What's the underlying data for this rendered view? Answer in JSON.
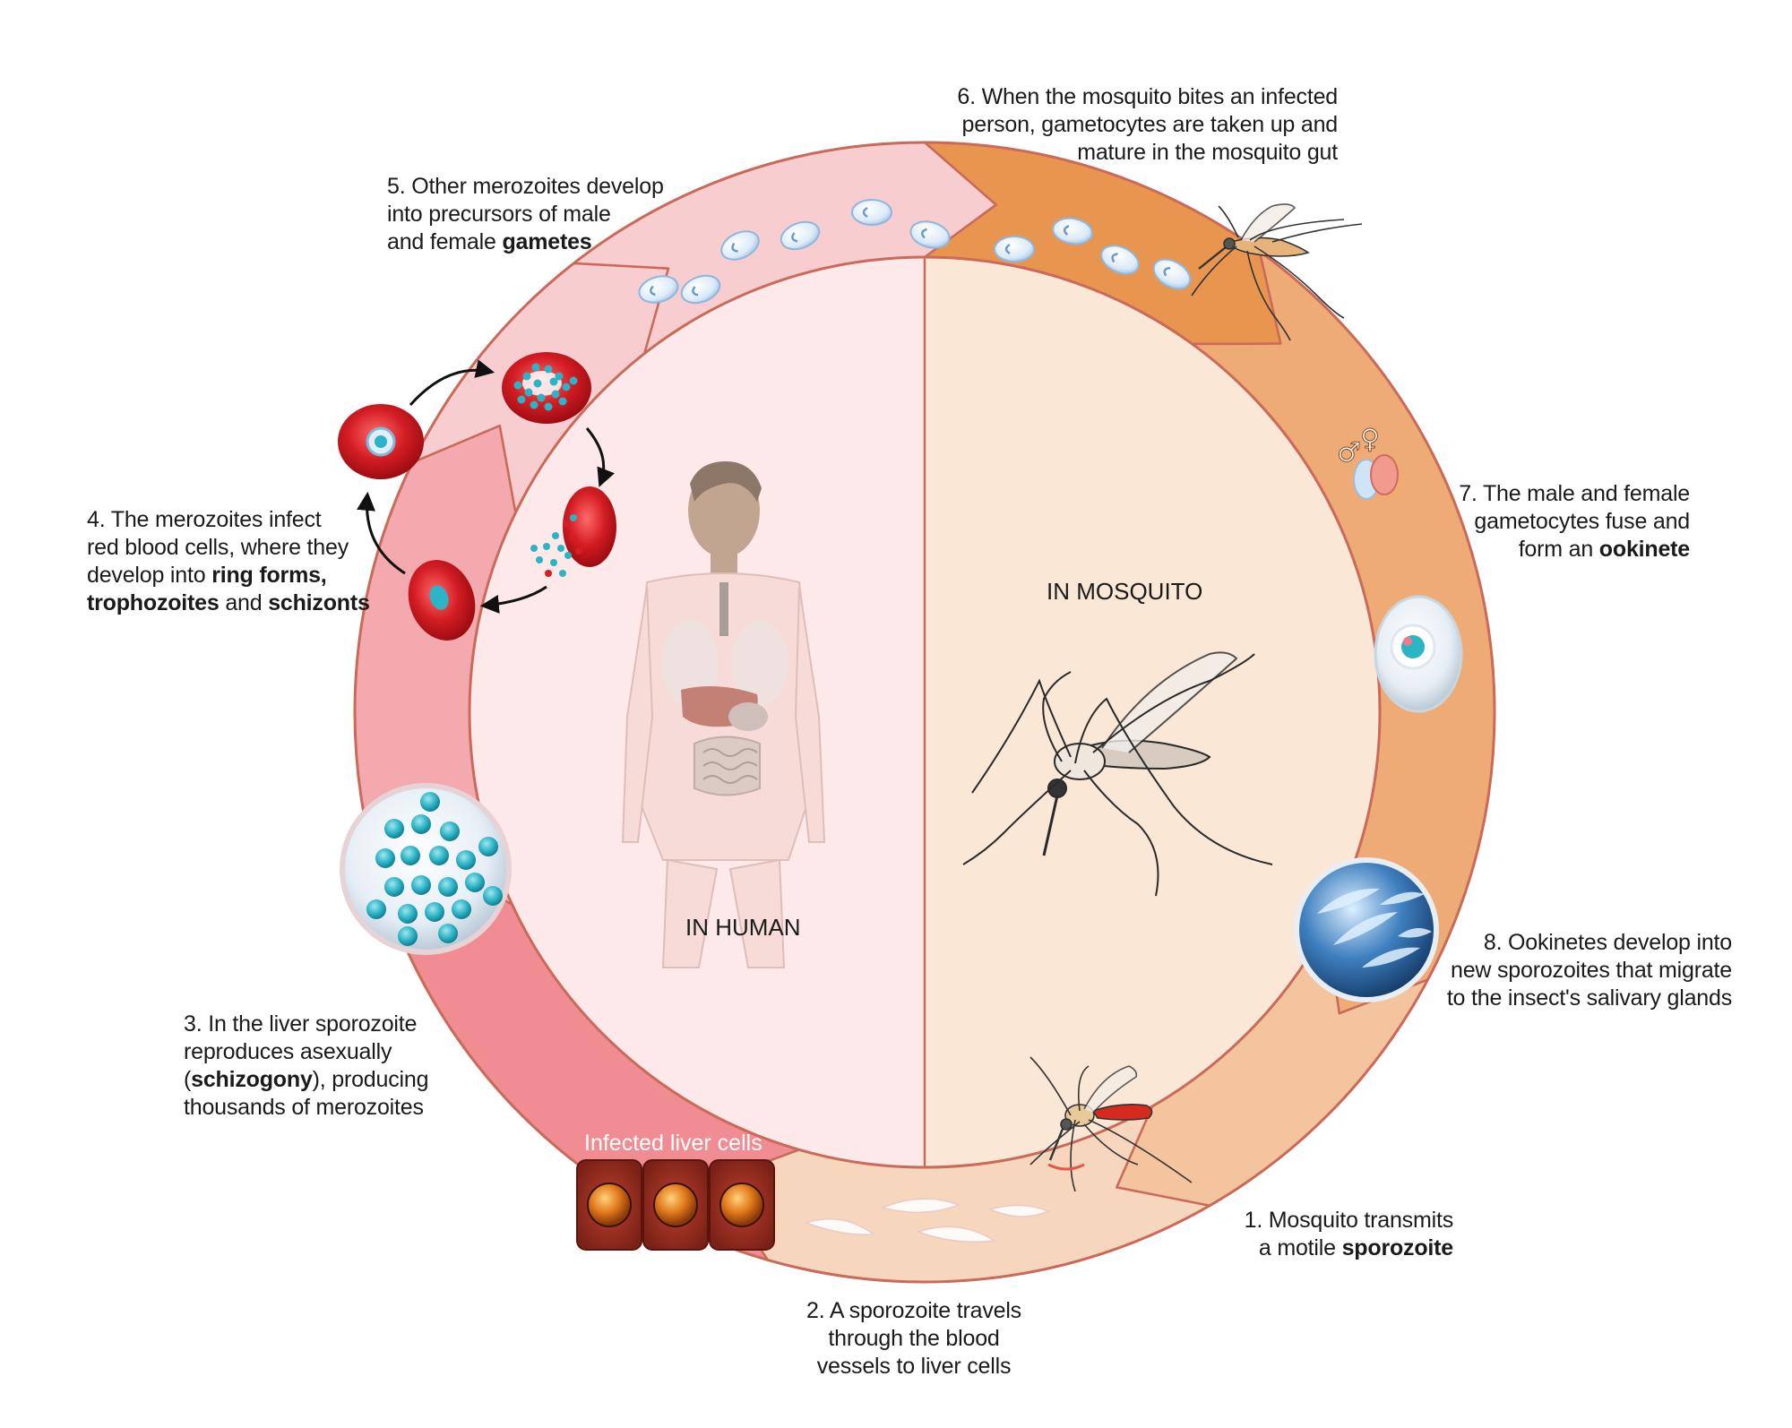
{
  "zones": {
    "human": "IN HUMAN",
    "mosquito": "IN MOSQUITO"
  },
  "liver_cells_label": "Infected liver cells",
  "steps": [
    {
      "id": "step1",
      "lines": [
        [
          "1. Mosquito transmits"
        ],
        [
          "a motile ",
          {
            "b": "sporozoite"
          }
        ]
      ]
    },
    {
      "id": "step2",
      "lines": [
        [
          "2. A sporozoite travels"
        ],
        [
          "through the blood"
        ],
        [
          "vessels to liver cells"
        ]
      ]
    },
    {
      "id": "step3",
      "lines": [
        [
          "3. In the liver sporozoite"
        ],
        [
          "reproduces asexually"
        ],
        [
          "(",
          {
            "b": "schizogony"
          },
          "), producing"
        ],
        [
          "thousands of merozoites"
        ]
      ]
    },
    {
      "id": "step4",
      "lines": [
        [
          "4. The merozoites infect"
        ],
        [
          "red blood cells, where they"
        ],
        [
          "develop into ",
          {
            "b": "ring forms,"
          }
        ],
        [
          {
            "b": "trophozoites"
          },
          " and ",
          {
            "b": "schizonts"
          }
        ]
      ]
    },
    {
      "id": "step5",
      "lines": [
        [
          "5. Other merozoites develop"
        ],
        [
          "into precursors of male"
        ],
        [
          "and female ",
          {
            "b": "gametes"
          }
        ]
      ]
    },
    {
      "id": "step6",
      "lines": [
        [
          "6. When the mosquito bites an infected"
        ],
        [
          "person, gametocytes are taken up and"
        ],
        [
          "mature in the mosquito gut"
        ]
      ]
    },
    {
      "id": "step7",
      "lines": [
        [
          "7. The male and female"
        ],
        [
          "gametocytes fuse and"
        ],
        [
          "form an ",
          {
            "b": "ookinete"
          }
        ]
      ]
    },
    {
      "id": "step8",
      "lines": [
        [
          "8. Ookinetes develop into"
        ],
        [
          "new sporozoites that migrate"
        ],
        [
          "to the insect's salivary glands"
        ]
      ]
    }
  ],
  "symbols": {
    "male": "♂",
    "female": "♀"
  },
  "colors": {
    "human_inner": "#fde8ea",
    "mosquito_inner": "#fbe7d6",
    "ring_border": "#c96a5a",
    "ring_human_light": "#f8cdd0",
    "ring_human_mid": "#f3a9ae",
    "ring_human_dark": "#ef8d92",
    "ring_mosquito_dark": "#e8954f",
    "ring_mosquito_mid": "#efab76",
    "ring_mosquito_light": "#f3c49d",
    "ring_mosquito_pale": "#f6d6bc",
    "rbc": "#d41d24",
    "parasite": "#2bb3c6",
    "gametocyte": "#dfeefa"
  }
}
